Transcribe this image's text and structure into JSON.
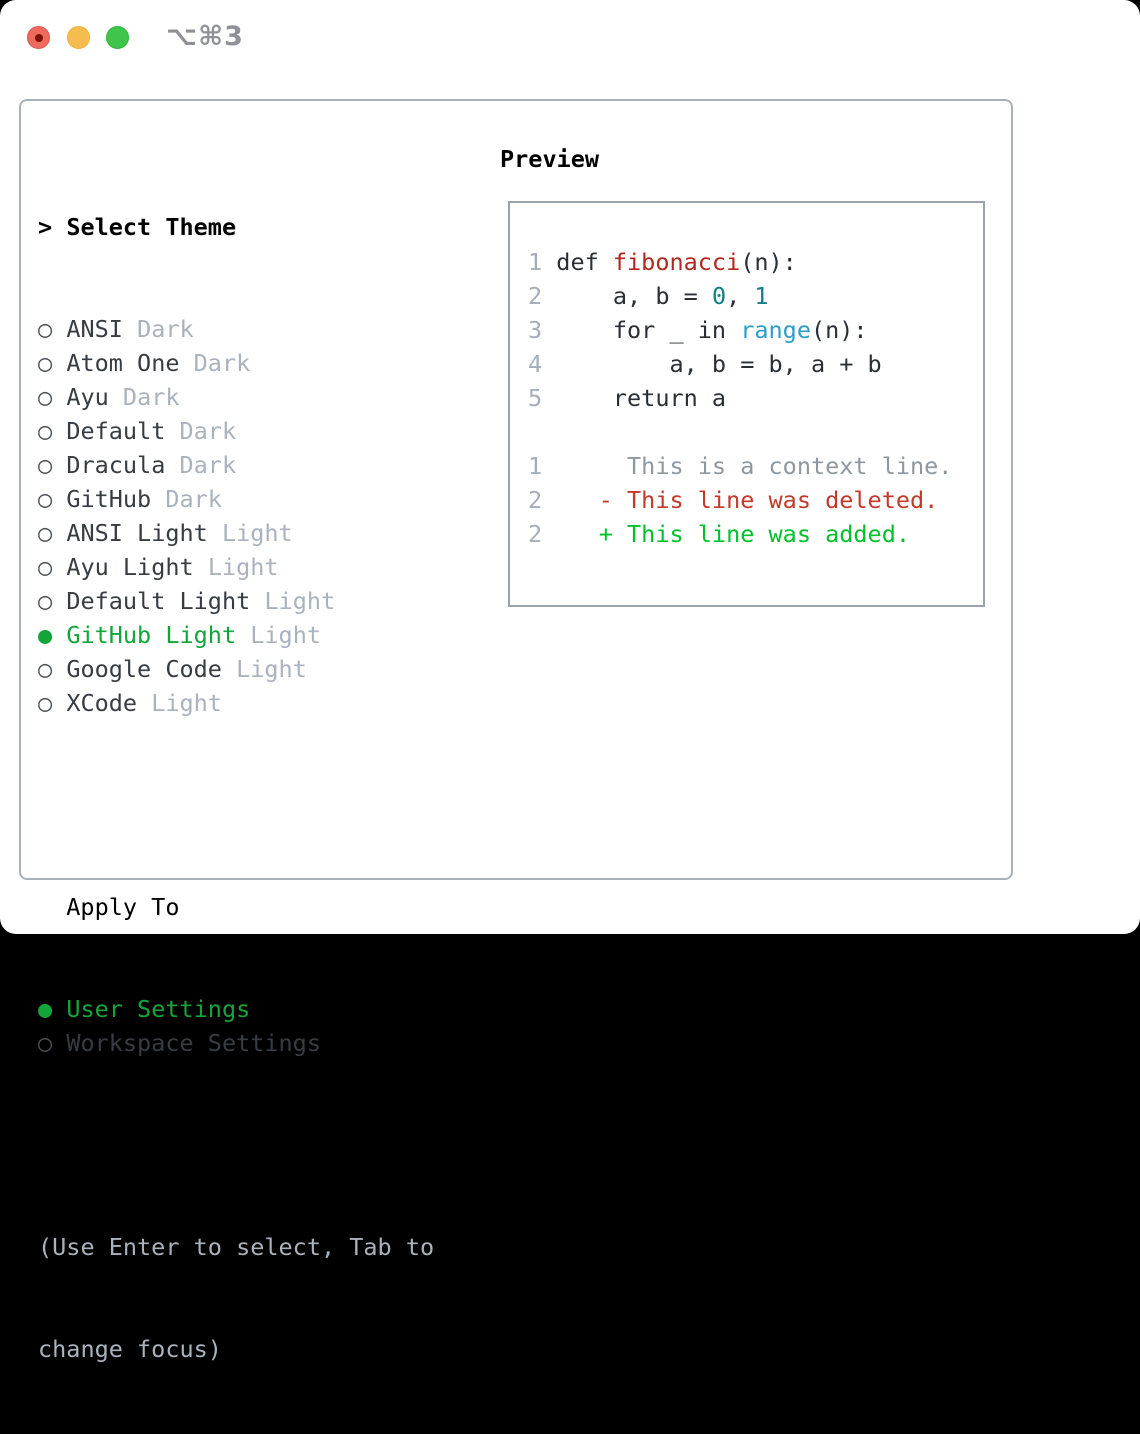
{
  "window": {
    "title": "⌥⌘3",
    "traffic_lights": [
      {
        "name": "close",
        "color": "#ee6a5f"
      },
      {
        "name": "minimize",
        "color": "#f5bd4f"
      },
      {
        "name": "zoom",
        "color": "#3ec54a"
      }
    ]
  },
  "colors": {
    "selected_green": "#12a53a",
    "added_green": "#00c12b",
    "deleted_red": "#c5392b",
    "function_red": "#b0281e",
    "number_teal": "#0d7f85",
    "builtin_blue": "#2a9dc9",
    "muted_gray": "#a9b2bd",
    "panel_border": "#a9b1ba"
  },
  "sidebar": {
    "header": {
      "prompt": ">",
      "label": "Select Theme"
    },
    "themes": [
      {
        "marker": "○",
        "name": "ANSI",
        "variant": "Dark",
        "selected": false
      },
      {
        "marker": "○",
        "name": "Atom One",
        "variant": "Dark",
        "selected": false
      },
      {
        "marker": "○",
        "name": "Ayu",
        "variant": "Dark",
        "selected": false
      },
      {
        "marker": "○",
        "name": "Default",
        "variant": "Dark",
        "selected": false
      },
      {
        "marker": "○",
        "name": "Dracula",
        "variant": "Dark",
        "selected": false
      },
      {
        "marker": "○",
        "name": "GitHub",
        "variant": "Dark",
        "selected": false
      },
      {
        "marker": "○",
        "name": "ANSI Light",
        "variant": "Light",
        "selected": false
      },
      {
        "marker": "○",
        "name": "Ayu Light",
        "variant": "Light",
        "selected": false
      },
      {
        "marker": "○",
        "name": "Default Light",
        "variant": "Light",
        "selected": false
      },
      {
        "marker": "●",
        "name": "GitHub Light",
        "variant": "Light",
        "selected": true
      },
      {
        "marker": "○",
        "name": "Google Code",
        "variant": "Light",
        "selected": false
      },
      {
        "marker": "○",
        "name": "XCode",
        "variant": "Light",
        "selected": false
      }
    ],
    "apply_to": {
      "label": "Apply To",
      "options": [
        {
          "marker": "●",
          "label": "User Settings",
          "selected": true
        },
        {
          "marker": "○",
          "label": "Workspace Settings",
          "selected": false
        }
      ]
    },
    "hint_lines": [
      "(Use Enter to select, Tab to",
      "change focus)"
    ]
  },
  "preview": {
    "title": "Preview",
    "lines": [
      [
        {
          "t": "ln",
          "s": "1 "
        },
        {
          "t": "p",
          "s": "def "
        },
        {
          "t": "fn",
          "s": "fibonacci"
        },
        {
          "t": "p",
          "s": "(n):"
        }
      ],
      [
        {
          "t": "ln",
          "s": "2 "
        },
        {
          "t": "p",
          "s": "    a, b = "
        },
        {
          "t": "num",
          "s": "0"
        },
        {
          "t": "p",
          "s": ", "
        },
        {
          "t": "num",
          "s": "1"
        }
      ],
      [
        {
          "t": "ln",
          "s": "3 "
        },
        {
          "t": "p",
          "s": "    for _ in "
        },
        {
          "t": "bi",
          "s": "range"
        },
        {
          "t": "p",
          "s": "(n):"
        }
      ],
      [
        {
          "t": "ln",
          "s": "4 "
        },
        {
          "t": "p",
          "s": "        a, b = b, a + b"
        }
      ],
      [
        {
          "t": "ln",
          "s": "5 "
        },
        {
          "t": "p",
          "s": "    return a"
        }
      ],
      [],
      [
        {
          "t": "ln",
          "s": "1 "
        },
        {
          "t": "ctx",
          "s": "     This is a context line."
        }
      ],
      [
        {
          "t": "ln",
          "s": "2 "
        },
        {
          "t": "del",
          "s": "   - This line was deleted."
        }
      ],
      [
        {
          "t": "ln",
          "s": "2 "
        },
        {
          "t": "add",
          "s": "   + This line was added."
        }
      ]
    ]
  }
}
